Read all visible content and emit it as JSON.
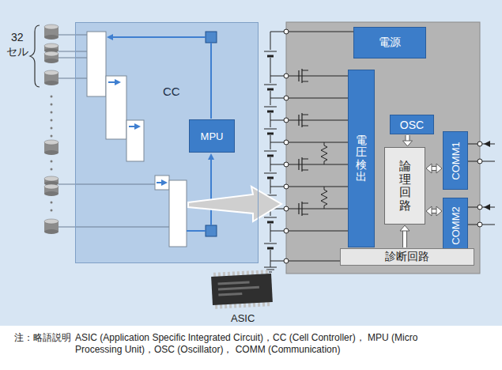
{
  "diagram": {
    "nodes": [
      {
        "text": [
          "CC"
        ]
      },
      {
        "text": [
          "MPU"
        ],
        "in": 0
      },
      {
        "text": [
          "電源"
        ]
      },
      {
        "text": [
          "電圧検出"
        ]
      },
      {
        "text": [
          "OSC"
        ]
      },
      {
        "text": [
          "論理回路"
        ]
      },
      {
        "text": [
          "COMM1"
        ]
      },
      {
        "text": [
          "COMM2"
        ]
      },
      {
        "text": [
          "診断回路"
        ]
      }
    ],
    "edges": [
      {
        "from": 4,
        "to": 5,
        "arrow": "to"
      },
      {
        "from": 5,
        "to": 6,
        "arrow": "both"
      },
      {
        "from": 5,
        "to": 7,
        "arrow": "both"
      },
      {
        "from": 8,
        "to": 5,
        "arrow": "to"
      }
    ],
    "labels": [
      "32",
      "セル",
      "ASIC",
      "注：略語説明",
      "ASIC (Application Specific Integrated Circuit)，CC (Cell Controller)， MPU (Micro Processing Unit)，OSC (Oscillator)， COMM (Communication)"
    ]
  }
}
